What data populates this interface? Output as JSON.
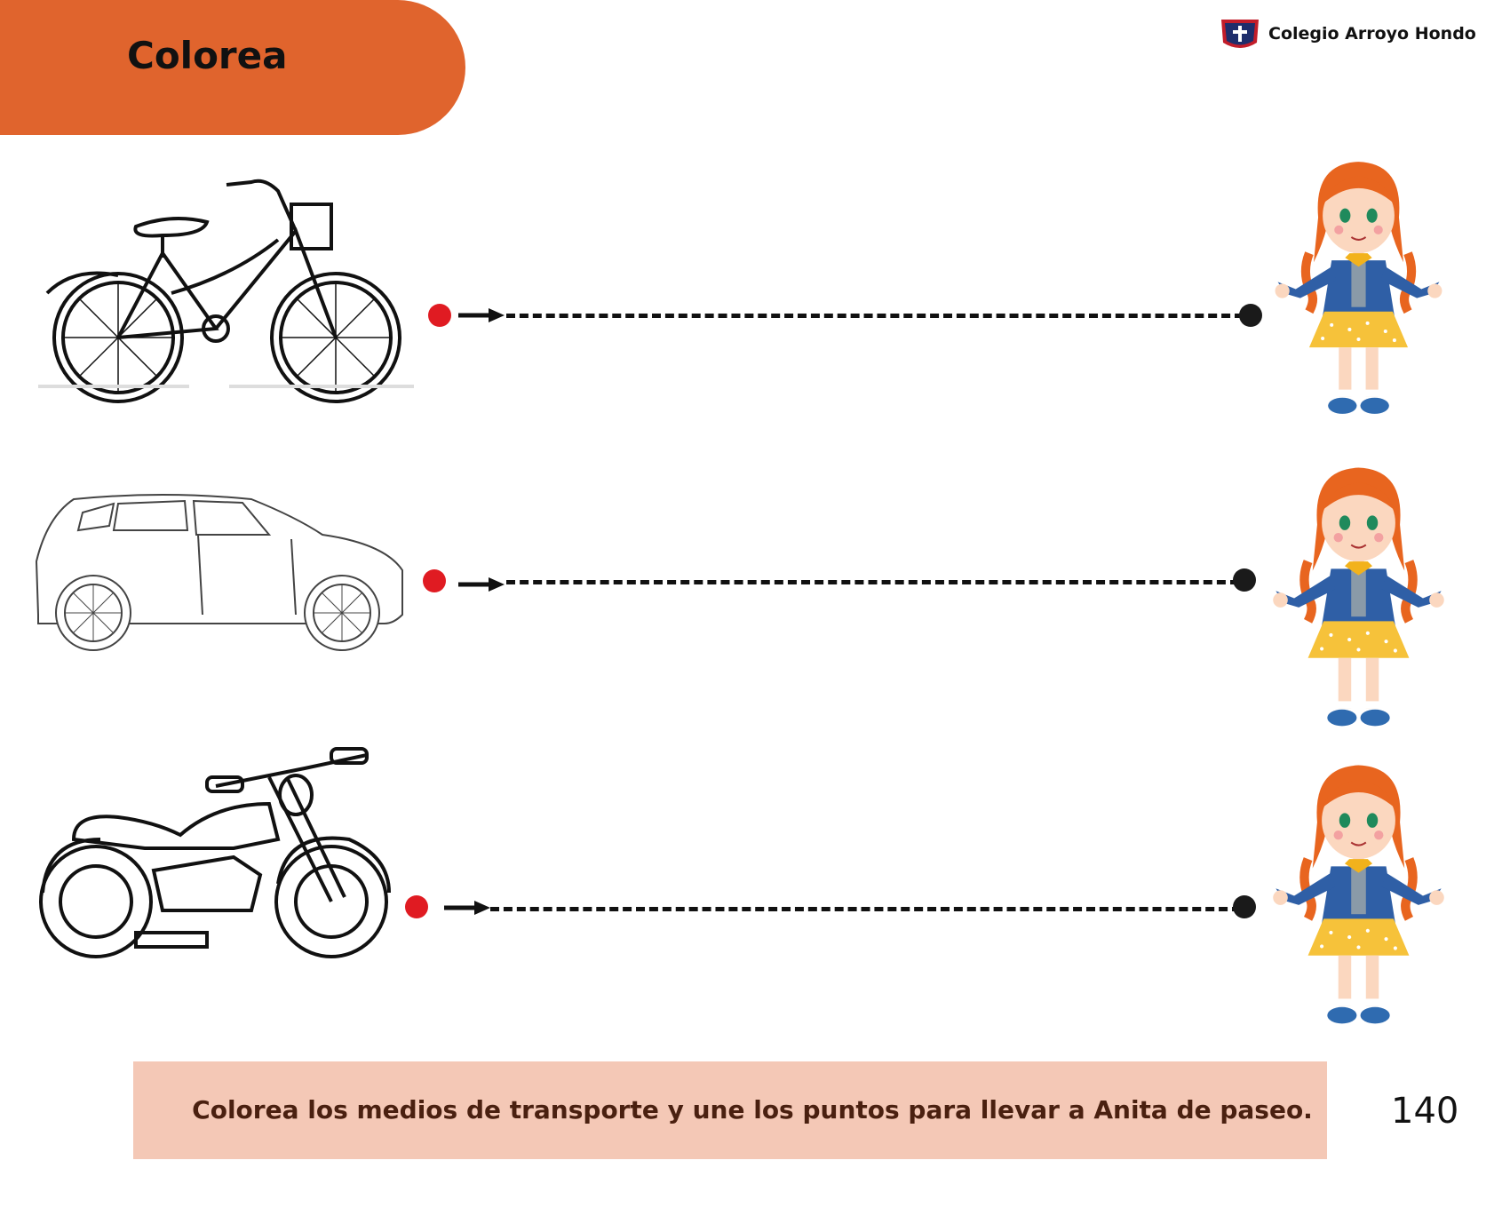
{
  "header": {
    "title": "Colorea",
    "accent_color": "#e0642d"
  },
  "school": {
    "name": "Colegio Arroyo Hondo",
    "logo_icon": "school-crest-icon"
  },
  "rows": [
    {
      "vehicle": "bicycle",
      "girl": "Anita"
    },
    {
      "vehicle": "car",
      "girl": "Anita"
    },
    {
      "vehicle": "motorcycle",
      "girl": "Anita"
    }
  ],
  "instruction": {
    "text": "Colorea los medios de transporte y une los puntos para llevar a Anita de paseo.",
    "background": "#f4c8b6"
  },
  "page_number": "140"
}
